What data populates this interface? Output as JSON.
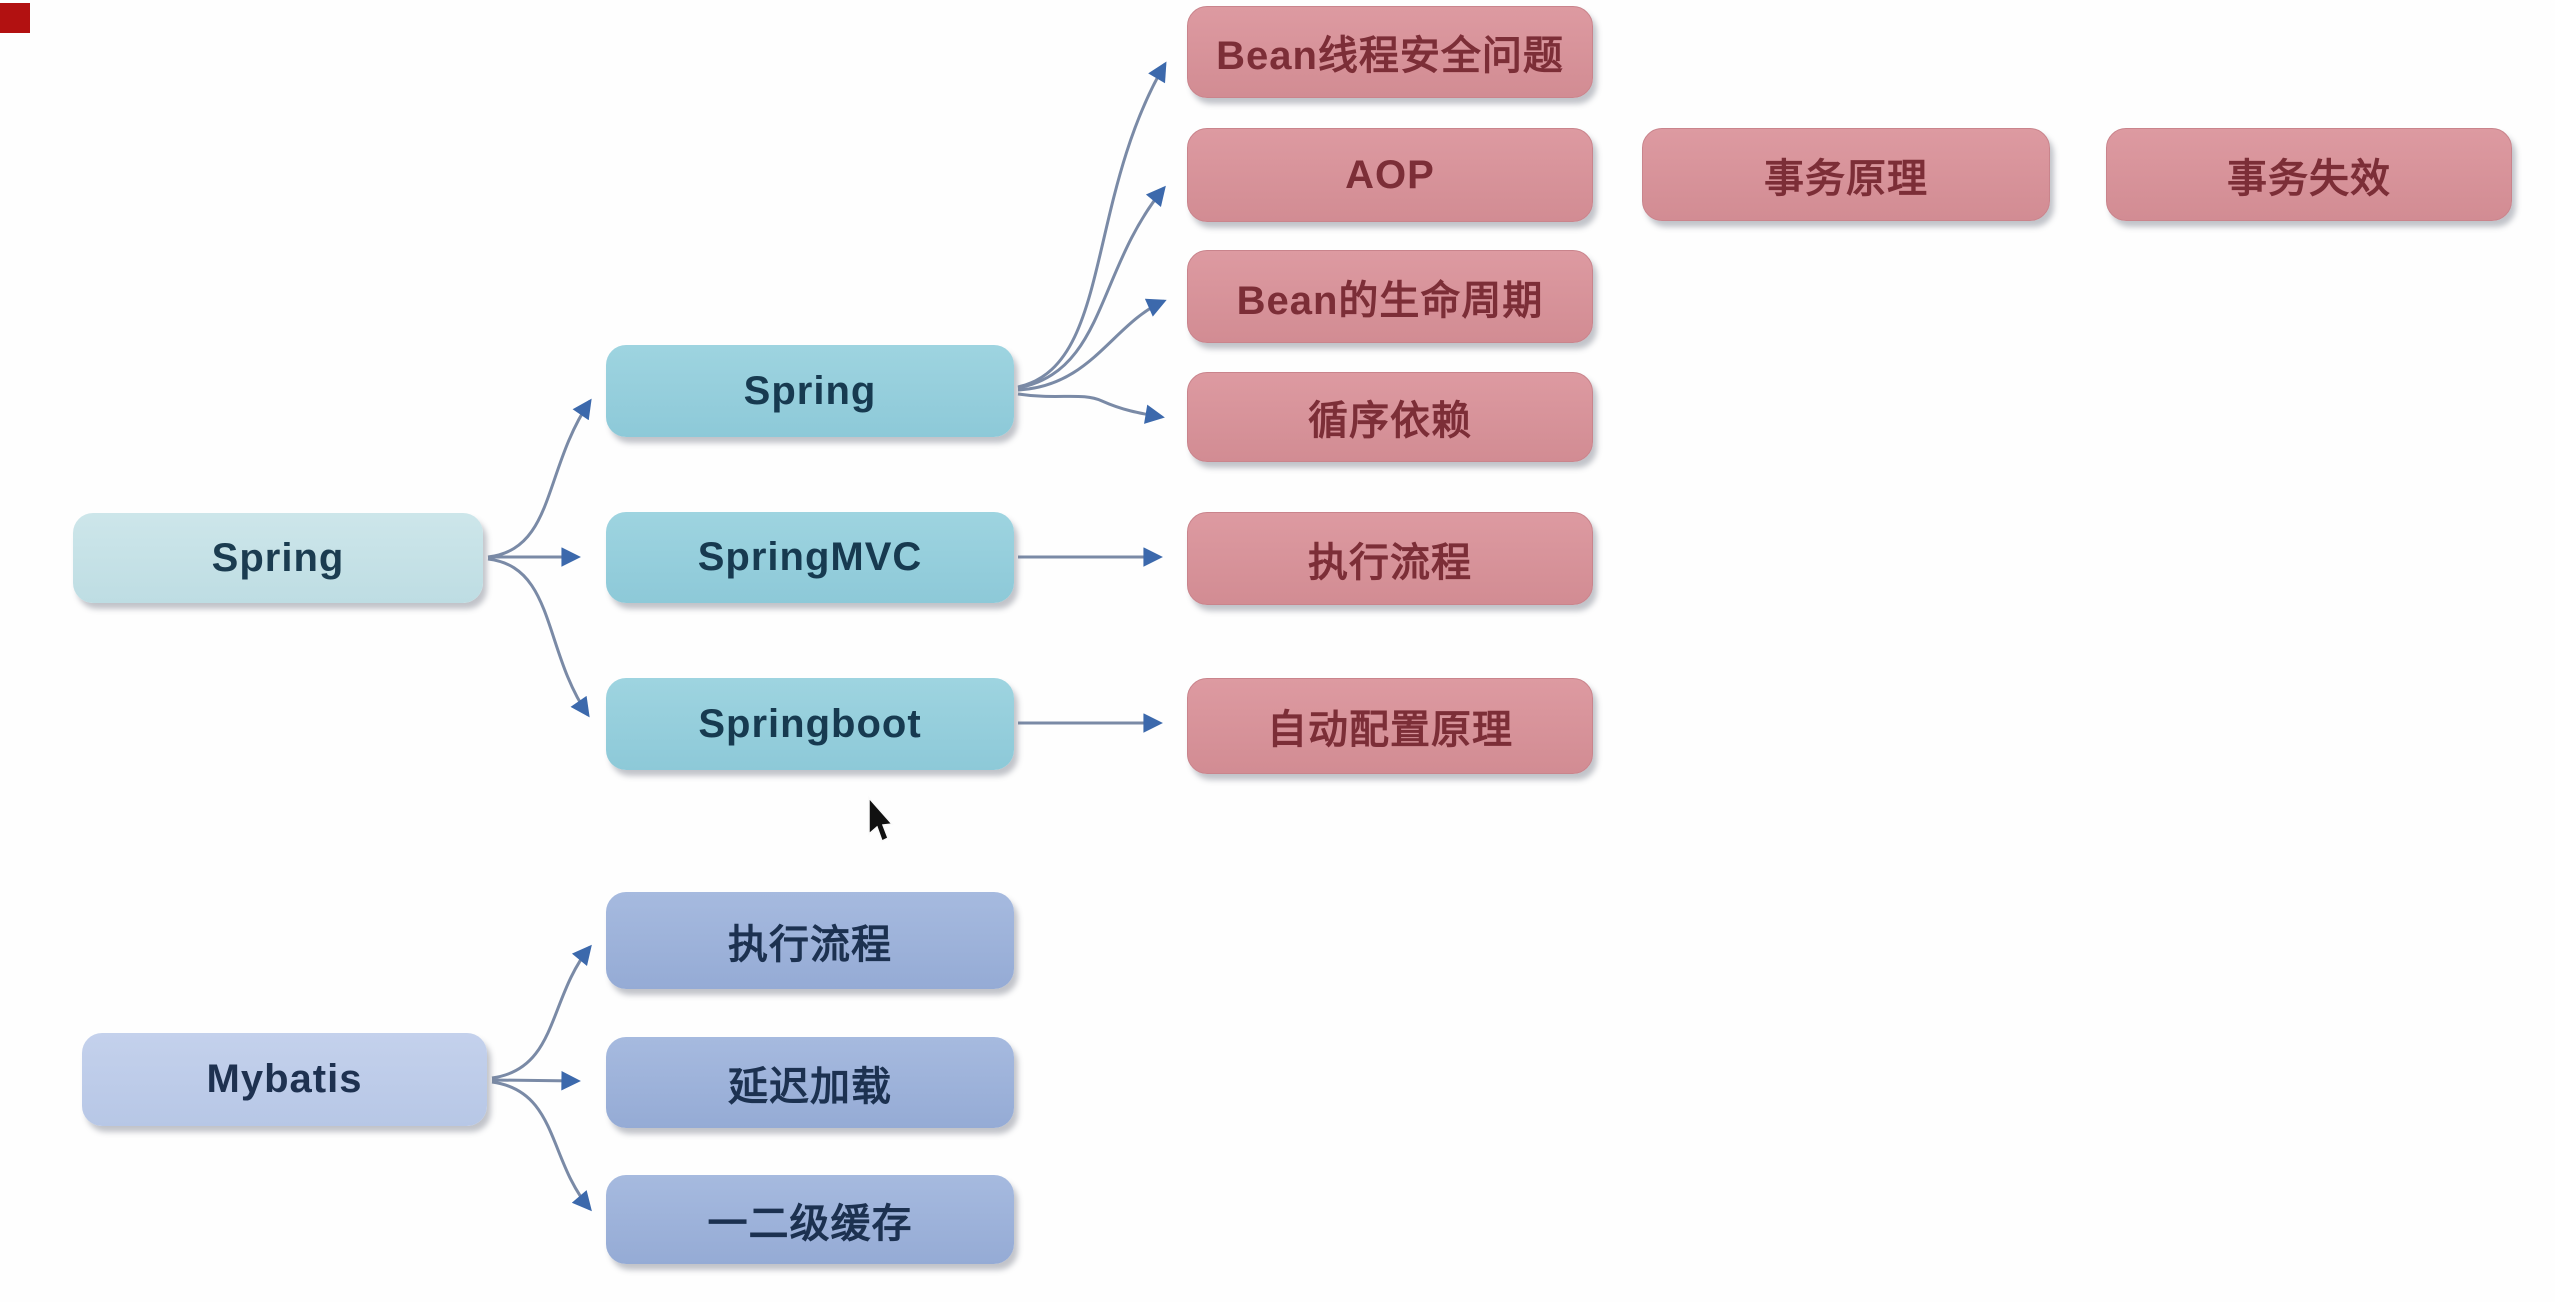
{
  "app": {
    "type": "mind-map",
    "background_color": "#fefefe"
  },
  "colors": {
    "root_blue_fill": "#bedde3",
    "teal_fill": "#8ec9d8",
    "pink_fill": "#d28c93",
    "pink_text": "#7c2e37",
    "blue_text": "#173a50",
    "root_purple_fill": "#b7c7e6",
    "purple_fill": "#95abd5",
    "connector_line": "#7a8aa6",
    "arrowhead": "#3c69ac",
    "recording_indicator": "#b21111"
  },
  "icons": {
    "cursor": "mouse-pointer-arrow",
    "indicator": "red-square"
  },
  "nodes": [
    {
      "id": "spring-root",
      "label": "Spring",
      "group": "root-blue"
    },
    {
      "id": "spring",
      "label": "Spring",
      "group": "teal"
    },
    {
      "id": "springmvc",
      "label": "SpringMVC",
      "group": "teal"
    },
    {
      "id": "springboot",
      "label": "Springboot",
      "group": "teal"
    },
    {
      "id": "bean-thread-safety",
      "label": "Bean线程安全问题",
      "group": "pink"
    },
    {
      "id": "aop",
      "label": "AOP",
      "group": "pink"
    },
    {
      "id": "bean-lifecycle",
      "label": "Bean的生命周期",
      "group": "pink"
    },
    {
      "id": "circular-dependency",
      "label": "循序依赖",
      "group": "pink"
    },
    {
      "id": "mvc-execution-flow",
      "label": "执行流程",
      "group": "pink"
    },
    {
      "id": "auto-configuration",
      "label": "自动配置原理",
      "group": "pink"
    },
    {
      "id": "transaction-principle",
      "label": "事务原理",
      "group": "pink"
    },
    {
      "id": "transaction-failure",
      "label": "事务失效",
      "group": "pink"
    },
    {
      "id": "mybatis",
      "label": "Mybatis",
      "group": "root-purple"
    },
    {
      "id": "mybatis-execution-flow",
      "label": "执行流程",
      "group": "purple"
    },
    {
      "id": "lazy-loading",
      "label": "延迟加载",
      "group": "purple"
    },
    {
      "id": "l1-l2-cache",
      "label": "一二级缓存",
      "group": "purple"
    }
  ],
  "edges": [
    {
      "from": "spring-root",
      "to": "spring"
    },
    {
      "from": "spring-root",
      "to": "springmvc"
    },
    {
      "from": "spring-root",
      "to": "springboot"
    },
    {
      "from": "spring",
      "to": "bean-thread-safety"
    },
    {
      "from": "spring",
      "to": "aop"
    },
    {
      "from": "spring",
      "to": "bean-lifecycle"
    },
    {
      "from": "spring",
      "to": "circular-dependency"
    },
    {
      "from": "springmvc",
      "to": "mvc-execution-flow"
    },
    {
      "from": "springboot",
      "to": "auto-configuration"
    },
    {
      "from": "mybatis",
      "to": "mybatis-execution-flow"
    },
    {
      "from": "mybatis",
      "to": "lazy-loading"
    },
    {
      "from": "mybatis",
      "to": "l1-l2-cache"
    }
  ]
}
